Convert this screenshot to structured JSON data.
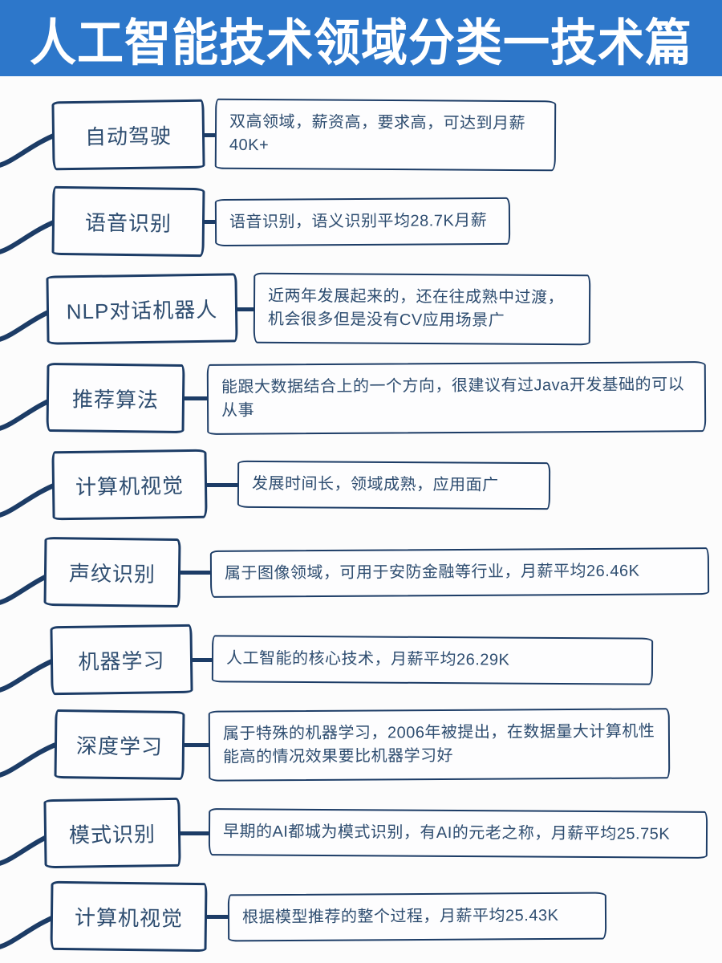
{
  "header": {
    "title": "人工智能技术领域分类一技术篇"
  },
  "colors": {
    "header_bg": "#2d77ca",
    "ink": "#1c3c66",
    "text": "#2e4d70",
    "background": "#fcfcfc"
  },
  "rows": [
    {
      "category": "自动驾驶",
      "description": "双高领域，薪资高，要求高，可达到月薪40K+"
    },
    {
      "category": "语音识别",
      "description": "语音识别，语义识别平均28.7K月薪"
    },
    {
      "category": "NLP对话机器人",
      "description": "近两年发展起来的，还在往成熟中过渡，机会很多但是没有CV应用场景广"
    },
    {
      "category": "推荐算法",
      "description": "能跟大数据结合上的一个方向，很建议有过Java开发基础的可以从事"
    },
    {
      "category": "计算机视觉",
      "description": "发展时间长，领域成熟，应用面广"
    },
    {
      "category": "声纹识别",
      "description": "属于图像领域，可用于安防金融等行业，月薪平均26.46K"
    },
    {
      "category": "机器学习",
      "description": "人工智能的核心技术，月薪平均26.29K"
    },
    {
      "category": "深度学习",
      "description": "属于特殊的机器学习，2006年被提出，在数据量大计算机性能高的情况效果要比机器学习好"
    },
    {
      "category": "模式识别",
      "description": "早期的AI都城为模式识别，有AI的元老之称，月薪平均25.75K"
    },
    {
      "category": "计算机视觉",
      "description": "根据模型推荐的整个过程，月薪平均25.43K"
    }
  ]
}
